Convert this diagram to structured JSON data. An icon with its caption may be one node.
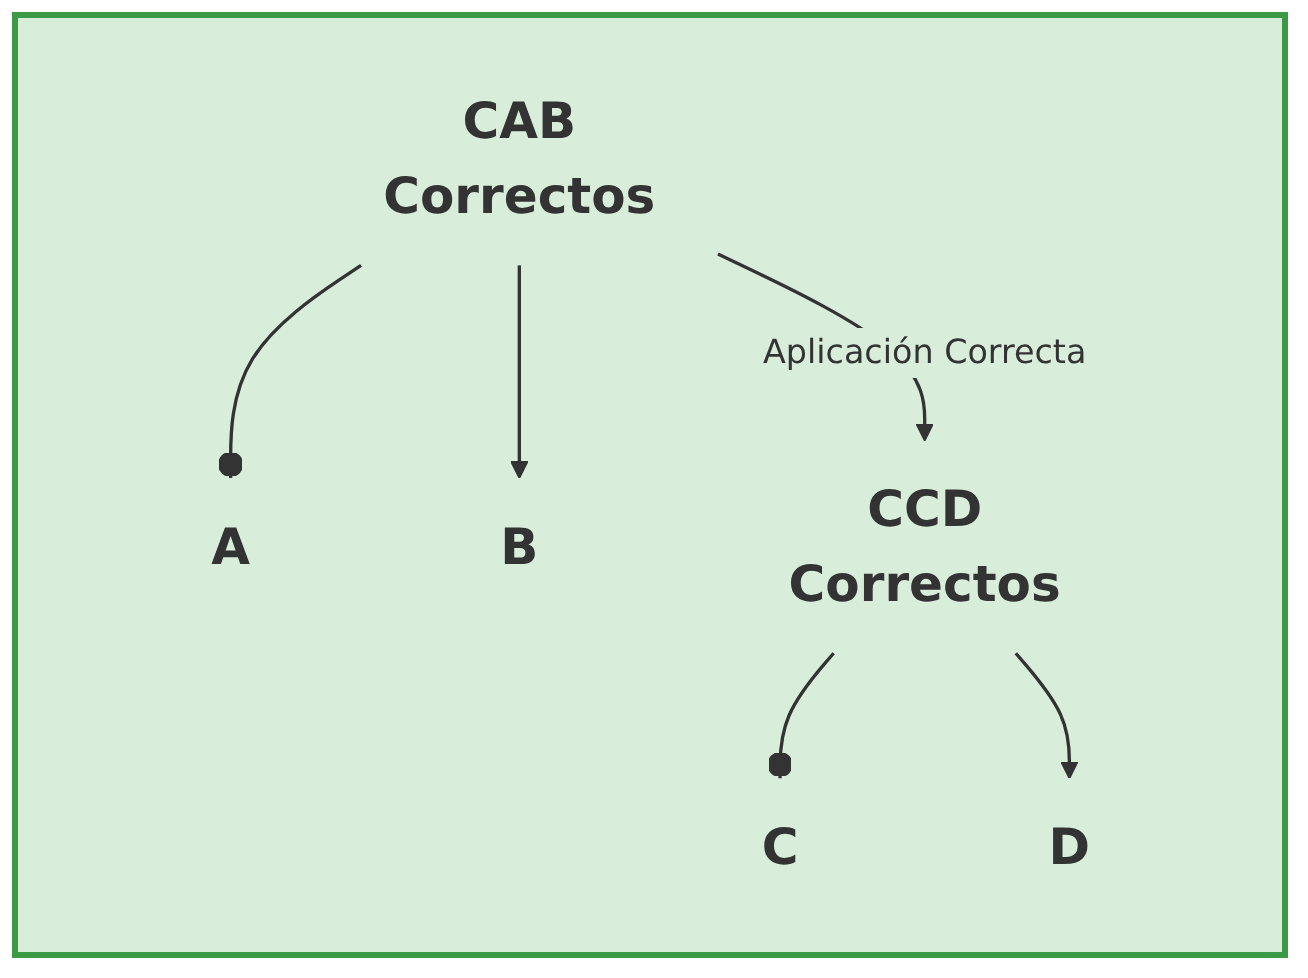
{
  "diagram": {
    "nodes": [
      {
        "text": [
          "A"
        ]
      },
      {
        "text": [
          "CAB"
        ],
        "beside": [
          "Correctos"
        ]
      },
      {
        "text": [
          "B"
        ]
      },
      {
        "text": [
          "C"
        ]
      },
      {
        "text": [
          "CCD"
        ],
        "beside": [
          "Correctos"
        ]
      },
      {
        "text": [
          "D"
        ]
      }
    ],
    "edges": [
      {
        "from": 1,
        "to": 0,
        "arrow": "other"
      },
      {
        "from": 1,
        "to": 2,
        "arrow": "to"
      },
      {
        "from": 1,
        "to": 4,
        "arrow": "to",
        "label": "Aplicación Correcta"
      },
      {
        "from": 4,
        "to": 3,
        "arrow": "other"
      },
      {
        "from": 4,
        "to": 5,
        "arrow": "to"
      }
    ]
  }
}
